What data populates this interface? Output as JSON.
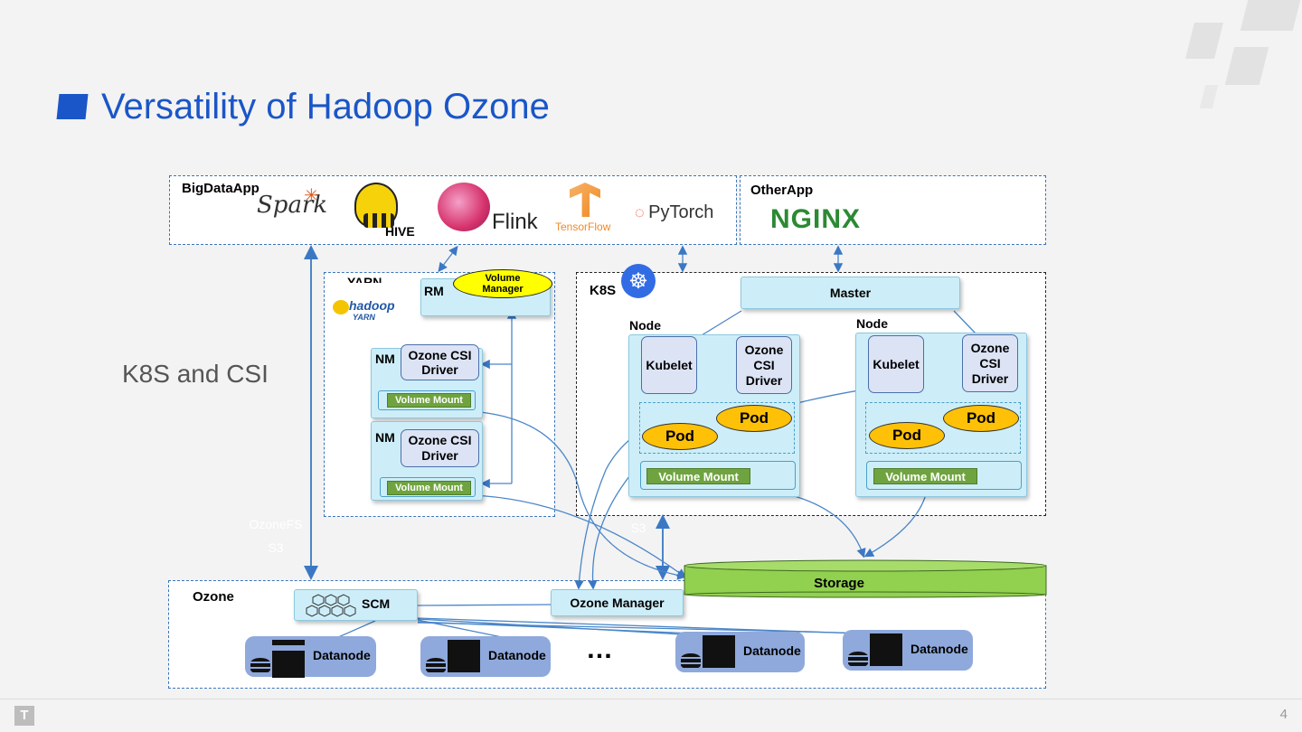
{
  "page": {
    "title": "Versatility of Hadoop Ozone",
    "subtitle": "K8S and CSI",
    "page_number": "4"
  },
  "bigdata": {
    "label": "BigDataApp",
    "logos": {
      "spark": "Spark",
      "hive": "HIVE",
      "flink": "Flink",
      "tensorflow": "TensorFlow",
      "pytorch": "PyTorch"
    }
  },
  "otherapp": {
    "label": "OtherApp",
    "nginx": "NGINX"
  },
  "yarn": {
    "label": "YARN",
    "hadoop_logo": "hadoop",
    "yarn_logo": "YARN",
    "rm": "RM",
    "volume_manager": "Volume Manager",
    "nm1": {
      "label": "NM",
      "driver": "Ozone CSI Driver",
      "mount": "Volume Mount"
    },
    "nm2": {
      "label": "NM",
      "driver": "Ozone CSI Driver",
      "mount": "Volume Mount"
    }
  },
  "k8s": {
    "label": "K8S",
    "master": "Master",
    "node1": {
      "label": "Node",
      "kubelet": "Kubelet",
      "driver": "Ozone CSI Driver",
      "pod_a": "Pod",
      "pod_b": "Pod",
      "mount": "Volume Mount"
    },
    "node2": {
      "label": "Node",
      "kubelet": "Kubelet",
      "driver": "Ozone CSI Driver",
      "pod_a": "Pod",
      "pod_b": "Pod",
      "mount": "Volume Mount"
    }
  },
  "protocols": {
    "ozonefs": "OzoneFS",
    "s3_left": "S3",
    "s3_right": "S3"
  },
  "ozone": {
    "label": "Ozone",
    "scm": "SCM",
    "ozone_manager": "Ozone Manager",
    "storage": "Storage",
    "datanode": "Datanode",
    "ellipsis": "…"
  },
  "colors": {
    "title": "#1a56c8",
    "box_border": "#3b74b8",
    "cyan_box": "#cdeef8",
    "pod": "#ffc107",
    "mount": "#6fa33f",
    "storage": "#92d050",
    "datanode": "#8fa9dc"
  }
}
